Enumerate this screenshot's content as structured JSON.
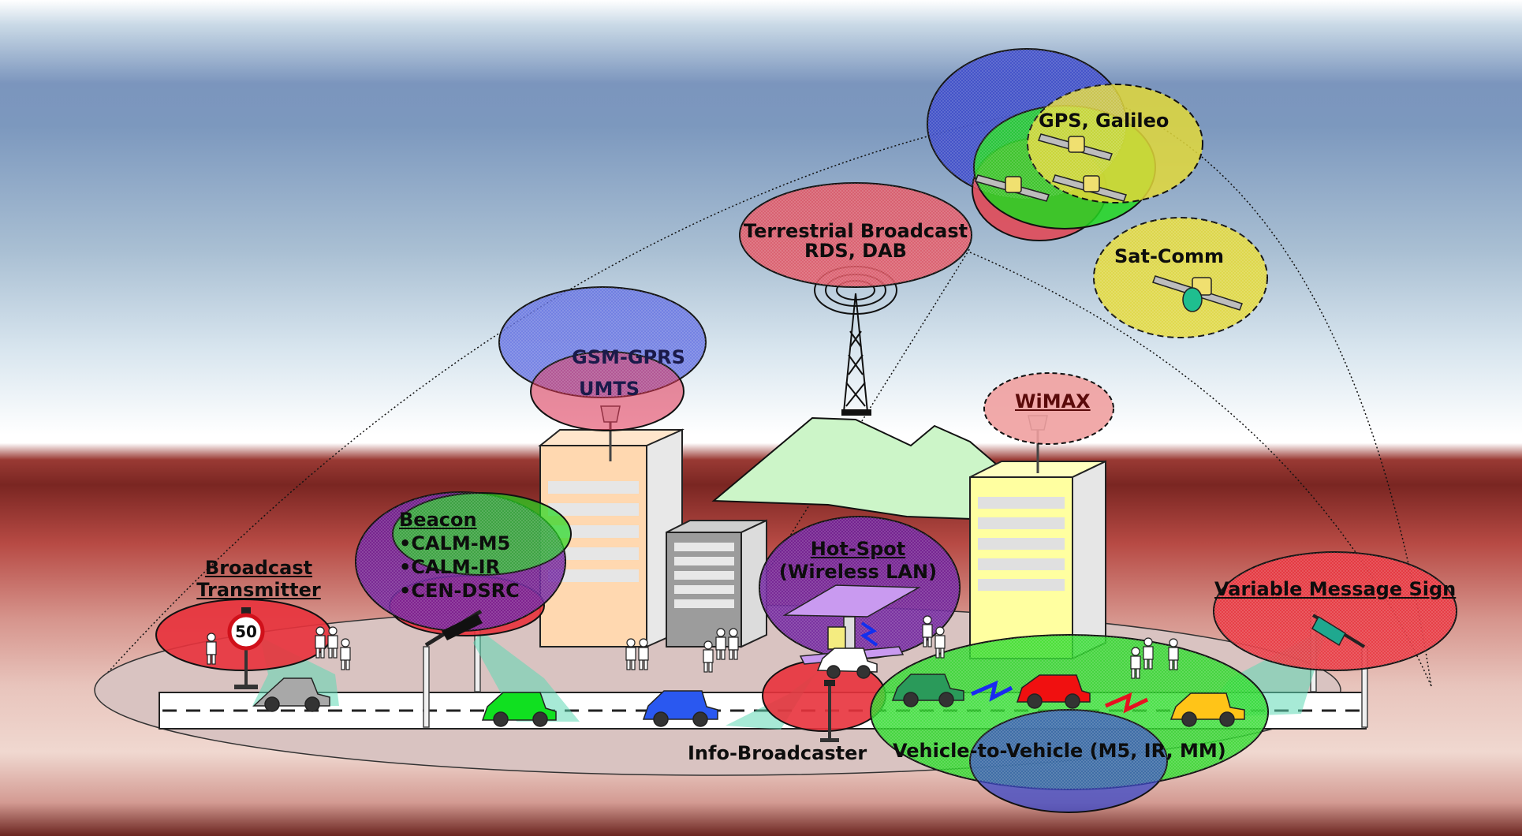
{
  "labels": {
    "gps": "GPS, Galileo",
    "terrestrial_line1": "Terrestrial Broadcast",
    "terrestrial_line2": "RDS, DAB",
    "satcomm": "Sat-Comm",
    "gsm": "GSM-GPRS",
    "umts": "UMTS",
    "wimax": "WiMAX",
    "beacon_title": "Beacon",
    "beacon_item1": "•CALM-M5",
    "beacon_item2": "•CALM-IR",
    "beacon_item3": "•CEN-DSRC",
    "broadcast_line1": "Broadcast",
    "broadcast_line2": "Transmitter",
    "hotspot_line1": "Hot-Spot",
    "hotspot_line2": "(Wireless LAN)",
    "vms": "Variable Message Sign",
    "info_broadcaster": "Info-Broadcaster",
    "v2v": "Vehicle-to-Vehicle (M5, IR, MM)",
    "speed_limit": "50"
  },
  "colors": {
    "red_zone": "#e8323c",
    "blue_zone": "#3a48c8",
    "green_zone": "#22d820",
    "yellow_zone": "#e2d83a",
    "purple_zone": "#6a1a9a",
    "mountain": "#ccf5c8",
    "building_peach": "#ffd8b0",
    "building_gray": "#a0a0a0",
    "building_yellow": "#ffffa0",
    "road": "#ffffff",
    "ground_ellipse": "#d9c3c1"
  }
}
